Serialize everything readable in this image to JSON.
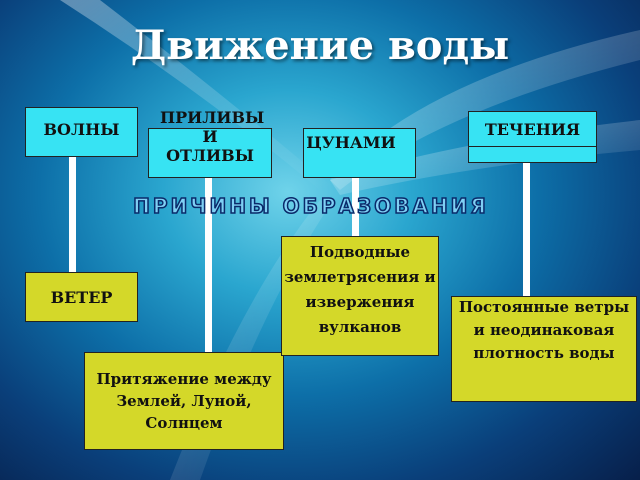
{
  "title": "Движение  воды",
  "subtitle": "ПРИЧИНЫ ОБРАЗОВАНИЯ",
  "types": {
    "waves": "ВОЛНЫ",
    "tides": "ПРИЛИВЫ И ОТЛИВЫ",
    "tsunami": "ЦУНАМИ",
    "currents": "ТЕЧЕНИЯ"
  },
  "causes": {
    "waves": "ВЕТЕР",
    "tides": "Притяжение между Землей, Луной, Солнцем",
    "tsunami": "Подводные землетрясения и извержения вулканов",
    "currents": "Постоянные ветры и неодинаковая плотность воды"
  },
  "colors": {
    "type_box": "#37e3f3",
    "cause_box": "#d4d829",
    "connector": "#ffffff",
    "title": "#ffffff"
  }
}
